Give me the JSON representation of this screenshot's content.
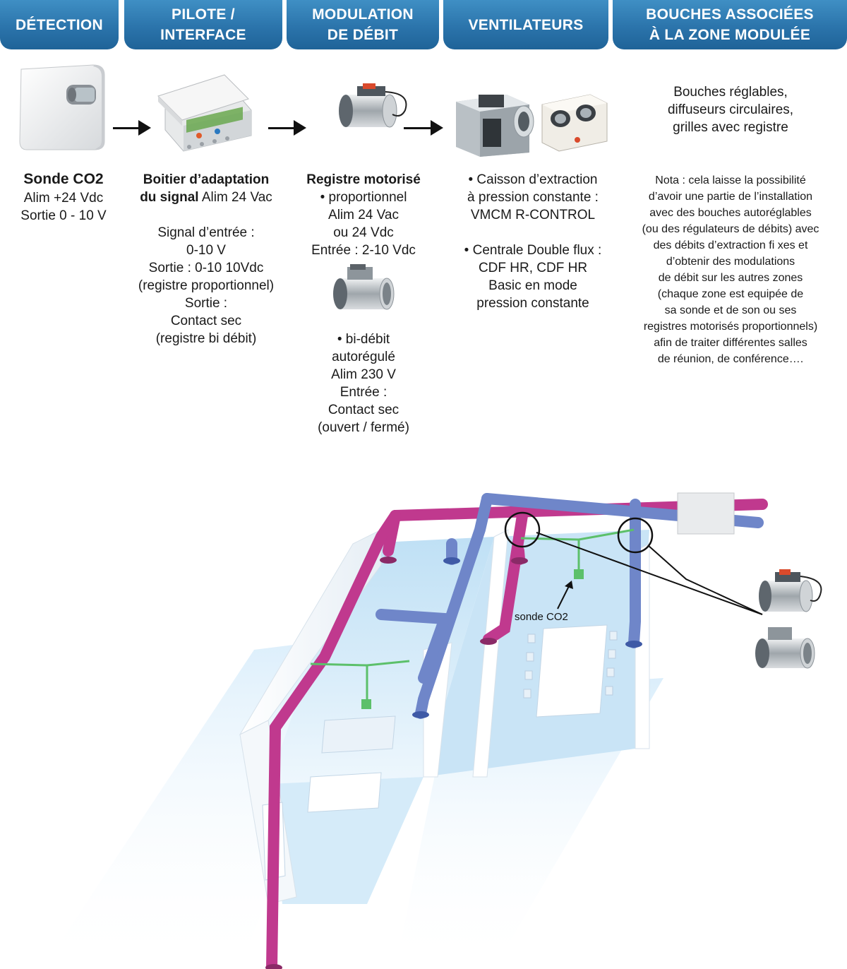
{
  "headers": [
    {
      "line1": "DÉTECTION",
      "line2": ""
    },
    {
      "line1": "PILOTE /",
      "line2": "INTERFACE"
    },
    {
      "line1": "MODULATION",
      "line2": "DE DÉBIT"
    },
    {
      "line1": "VENTILATEURS",
      "line2": ""
    },
    {
      "line1": "BOUCHES ASSOCIÉES",
      "line2": "À LA ZONE MODULÉE"
    }
  ],
  "detection": {
    "title": "Sonde CO2",
    "lines": [
      "Alim +24 Vdc",
      "Sortie 0 - 10 V"
    ]
  },
  "pilote": {
    "title_line1": "Boitier d’adaptation",
    "title_line2_bold": "du signal",
    "title_line2_rest": " Alim 24 Vac",
    "lines": [
      "Signal d’entrée :",
      "0-10 V",
      "Sortie : 0-10 10Vdc",
      "(registre proportionnel)",
      "Sortie :",
      "Contact sec",
      "(registre bi débit)"
    ]
  },
  "modulation": {
    "title": "Registre motorisé",
    "proportional": [
      "• proportionnel",
      "Alim 24 Vac",
      "ou 24 Vdc",
      "Entrée : 2-10 Vdc"
    ],
    "bidebit": [
      "• bi-débit",
      "autorégulé",
      "Alim 230 V",
      "Entrée :",
      "Contact sec",
      "(ouvert / fermé)"
    ]
  },
  "ventilateurs": {
    "block1": [
      "• Caisson d’extraction",
      "à pression constante :",
      "VMCM R-CONTROL"
    ],
    "block2": [
      "•  Centrale Double flux :",
      "CDF HR, CDF HR",
      "Basic en mode",
      "pression constante"
    ]
  },
  "bouches": {
    "lines": [
      "Bouches réglables,",
      "diffuseurs circulaires,",
      "grilles avec registre"
    ],
    "nota": [
      "Nota : cela laisse la possibilité",
      "d’avoir une partie de l’installation",
      "avec des bouches autoréglables",
      "(ou des régulateurs de débits) avec",
      "des débits d’extraction fi xes et",
      "d’obtenir des modulations",
      "de débit sur les autres zones",
      "(chaque zone est equipée de",
      "sa sonde et de son ou ses",
      "registres motorisés proportionnels)",
      "afin de traiter différentes salles",
      "de réunion, de conférence…."
    ]
  },
  "diagram": {
    "sonde_label": "sonde CO2"
  },
  "colors": {
    "header_blue": "#2b74ab",
    "duct_magenta": "#c0398e",
    "duct_blue": "#6f86c9",
    "wire_green": "#5cc06a",
    "floor_blue": "#a9d3ef"
  }
}
